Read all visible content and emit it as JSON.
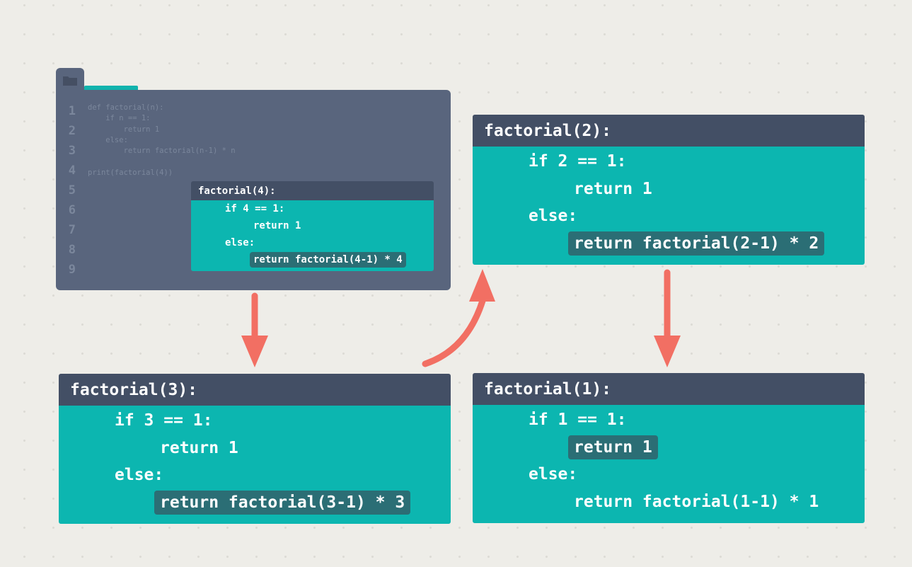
{
  "colors": {
    "background": "#eeede8",
    "editor": "#59657d",
    "frame_header": "#434f65",
    "frame_body": "#0cb6b0",
    "highlight": "#2b6e75",
    "arrow": "#f26f63",
    "accent": "#11b3ad"
  },
  "editor": {
    "icon": "folder-icon",
    "line_numbers": [
      "1",
      "2",
      "3",
      "4",
      "5",
      "6",
      "7",
      "8",
      "9"
    ],
    "source_code": "def factorial(n):\n    if n == 1:\n        return 1\n    else:\n        return factorial(n-1) * n\n\nprint(factorial(4))"
  },
  "frames": {
    "f4": {
      "header": "factorial(4):",
      "if_line": "if 4 == 1:",
      "return_base": "return 1",
      "else_line": "else:",
      "return_recursive": "return factorial(4-1) * 4",
      "highlighted": "return_recursive"
    },
    "f3": {
      "header": "factorial(3):",
      "if_line": "if 3 == 1:",
      "return_base": "return 1",
      "else_line": "else:",
      "return_recursive": "return factorial(3-1) * 3",
      "highlighted": "return_recursive"
    },
    "f2": {
      "header": "factorial(2):",
      "if_line": "if 2 == 1:",
      "return_base": "return 1",
      "else_line": "else:",
      "return_recursive": "return factorial(2-1) * 2",
      "highlighted": "return_recursive"
    },
    "f1": {
      "header": "factorial(1):",
      "if_line": "if 1 == 1:",
      "return_base": "return 1",
      "else_line": "else:",
      "return_recursive": "return factorial(1-1) * 1",
      "highlighted": "return_base"
    }
  }
}
